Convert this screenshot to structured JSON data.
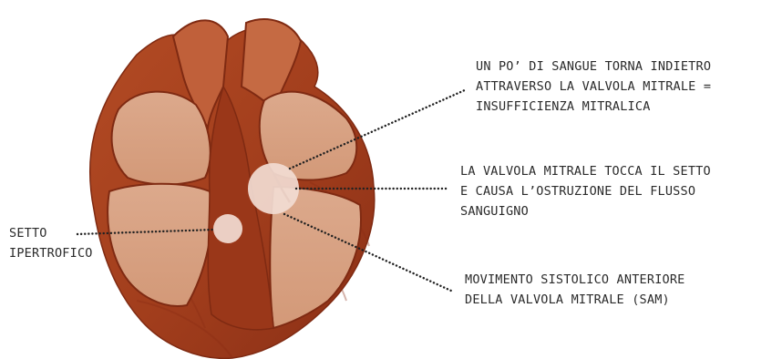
{
  "colors": {
    "heart_dark": "#8e3219",
    "heart_mid": "#a9441f",
    "heart_light": "#c66a3f",
    "chamber": "#d8a182",
    "chamber_light": "#e2b397",
    "highlight": "#f2dcd3",
    "dots": "#222222"
  },
  "labels": {
    "regurgitation": {
      "line1": "UN PO’ DI SANGUE TORNA INDIETRO",
      "line2": "ATTRAVERSO LA VALVOLA MITRALE =",
      "line3": "INSUFFICIENZA MITRALICA"
    },
    "septal_contact": {
      "line1": "LA VALVOLA MITRALE TOCCA IL SETTO",
      "line2": "E CAUSA L’OSTRUZIONE DEL FLUSSO",
      "line3": "SANGUIGNO"
    },
    "sam": {
      "line1": "MOVIMENTO SISTOLICO ANTERIORE",
      "line2": "DELLA VALVOLA MITRALE (SAM)"
    },
    "septum": {
      "line1": "SETTO",
      "line2": "IPERTROFICO"
    }
  }
}
